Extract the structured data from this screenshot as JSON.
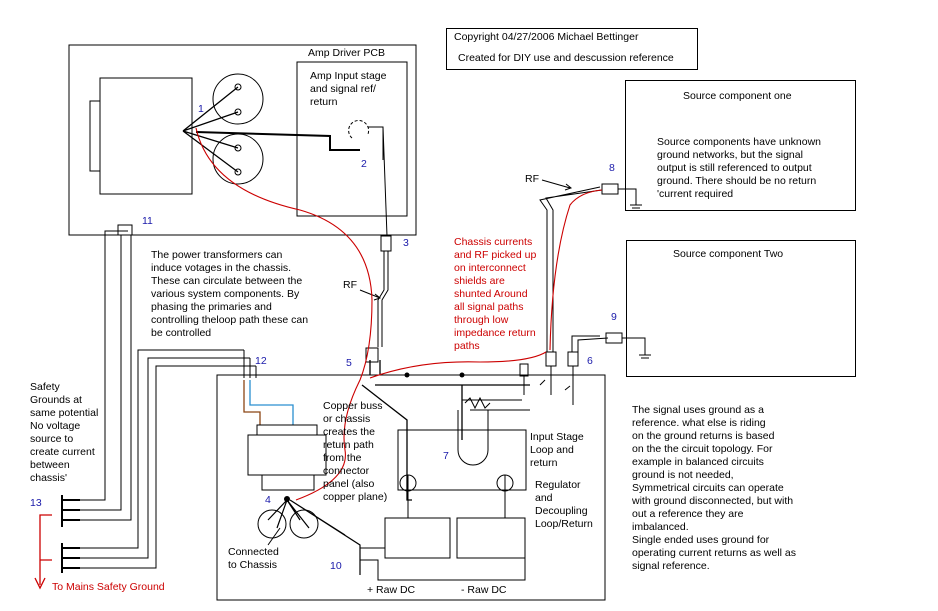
{
  "header": {
    "copyright": "Copyright 04/27/2006  Michael Bettinger",
    "purpose": "Created for DIY use and descussion reference"
  },
  "amp": {
    "pcb_title": "Amp Driver PCB",
    "input_stage": "Amp Input stage\nand signal ref/\nreturn"
  },
  "sources": {
    "one_title": "Source component one",
    "one_text": "Source components have unknown\nground networks, but the signal\noutput is still referenced to output\nground.  There should be no return\n'current required",
    "two_title": "Source component Two"
  },
  "notes": {
    "transformers": "The power transformers can\ninduce votages in the chassis.\nThese can circulate between the\nvarious system components.  By\nphasing the primaries and\ncontrolling theloop path these can\nbe controlled",
    "chassis_currents": "Chassis currents\nand RF picked up\non interconnect\nshields are\nshunted Around\nall signal paths\nthrough low\nimpedance return\npaths",
    "safety": "Safety\nGrounds at\nsame potential\nNo voltage\nsource to\ncreate current\nbetween\nchassis'",
    "copper_buss": "Copper buss\nor chassis\ncreates the\nreturn path\nfrom the\nconnector\npanel (also\ncopper plane)",
    "input_loop": "Input Stage\nLoop and\nreturn",
    "regulator": "Regulator\nand\nDecoupling\nLoop/Return",
    "connected": "Connected\nto Chassis",
    "signal_ground": "The signal uses ground as a\nreference.   what else is riding\non the ground returns is based\non the the circuit topology.  For\nexample in balanced circuits\nground is not needed,\nSymmetrical circuits can operate\nwith ground disconnected, but with\nout a reference they are\nimbalanced.\nSingle ended uses ground for\noperating current returns as well as\nsignal reference.",
    "mains": "To Mains Safety Ground"
  },
  "labels": {
    "rf_1": "RF",
    "rf_2": "RF",
    "raw_dc_pos": "+ Raw DC",
    "raw_dc_neg": "- Raw DC"
  },
  "numbers": {
    "n1": "1",
    "n2": "2",
    "n3": "3",
    "n4": "4",
    "n5": "5",
    "n6": "6",
    "n7": "7",
    "n8": "8",
    "n9": "9",
    "n10": "10",
    "n11": "11",
    "n12": "12",
    "n13": "13"
  },
  "colors": {
    "ink": "#000000",
    "chassis_current": "#cc0000",
    "label_number": "#1a1aaa",
    "brown_wire": "#8b4513",
    "blue_wire": "#2a8fd0"
  }
}
